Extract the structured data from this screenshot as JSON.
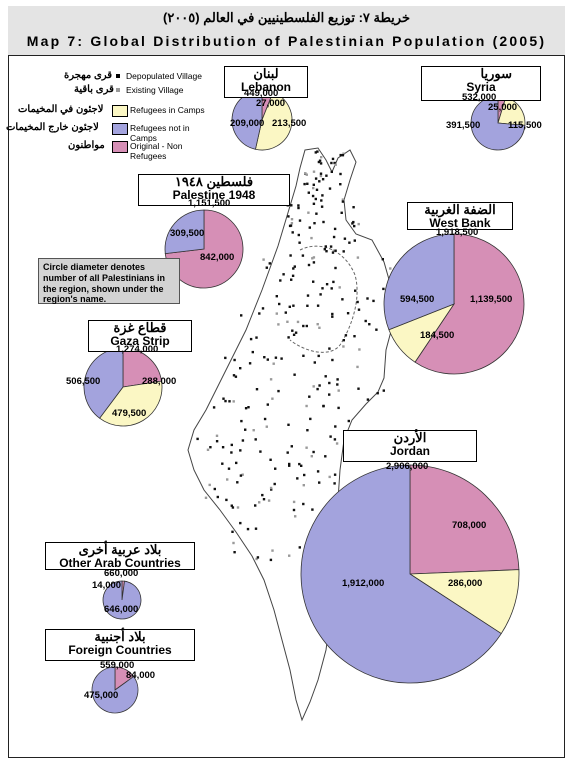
{
  "title": {
    "arabic": "خريطة ٧:   توزيع الفلسطينيين في العالم  (٢٠٠٥)",
    "english": "Map 7: Global Distribution of Palestinian Population (2005)"
  },
  "legend": {
    "items": [
      {
        "ar": "قرى مهجرة",
        "en": "Depopulated Village",
        "symbol": "black-dot-icon"
      },
      {
        "ar": "قرى باقية",
        "en": "Existing Village",
        "symbol": "grey-dot-icon"
      },
      {
        "ar": "لاجئون في المخيمات",
        "en": "Refugees in Camps",
        "color": "#fbf7c4"
      },
      {
        "ar": "لاجئون خارج المخيمات",
        "en": "Refugees not in Camps",
        "color": "#a3a3dd"
      },
      {
        "ar": "مواطنون",
        "en": "Original - Non Refugees",
        "color": "#d68fb6"
      }
    ]
  },
  "note": "Circle diameter denotes number of all Palestinians in the region, shown under the region's name.",
  "colors": {
    "camps": "#fbf7c4",
    "not_in_camps": "#a3a3dd",
    "non_refugees": "#d68fb6",
    "land": "#ffffff"
  },
  "regions": [
    {
      "id": "lebanon",
      "ar": "لبنان",
      "en": "Lebanon",
      "total": "449,000",
      "values": {
        "camps": 213500,
        "not_in_camps": 209000,
        "non_refugees": 27000
      },
      "labels": {
        "camps": "213,500",
        "not_in_camps": "209,000",
        "non_refugees": "27,000"
      }
    },
    {
      "id": "syria",
      "ar": "سوريا",
      "en": "Syria",
      "total": "532,000",
      "values": {
        "camps": 115500,
        "not_in_camps": 391500,
        "non_refugees": 25000
      },
      "labels": {
        "camps": "115,500",
        "not_in_camps": "391,500",
        "non_refugees": "25,000"
      }
    },
    {
      "id": "palestine1948",
      "ar": "فلسطين ١٩٤٨",
      "en": "Palestine 1948",
      "total": "1,151,500",
      "values": {
        "camps": 0,
        "not_in_camps": 309500,
        "non_refugees": 842000
      },
      "labels": {
        "not_in_camps": "309,500",
        "non_refugees": "842,000"
      }
    },
    {
      "id": "westbank",
      "ar": "الضفة الغربية",
      "en": "West Bank",
      "total": "1,918,500",
      "values": {
        "camps": 184500,
        "not_in_camps": 594500,
        "non_refugees": 1139500
      },
      "labels": {
        "camps": "184,500",
        "not_in_camps": "594,500",
        "non_refugees": "1,139,500"
      }
    },
    {
      "id": "gaza",
      "ar": "قطاع غزة",
      "en": "Gaza Strip",
      "total": "1,274,000",
      "values": {
        "camps": 479500,
        "not_in_camps": 506500,
        "non_refugees": 288000
      },
      "labels": {
        "camps": "479,500",
        "not_in_camps": "506,500",
        "non_refugees": "288,000"
      }
    },
    {
      "id": "jordan",
      "ar": "الأردن",
      "en": "Jordan",
      "total": "2,906,000",
      "values": {
        "camps": 286000,
        "not_in_camps": 1912000,
        "non_refugees": 708000
      },
      "labels": {
        "camps": "286,000",
        "not_in_camps": "1,912,000",
        "non_refugees": "708,000"
      }
    },
    {
      "id": "otherarab",
      "ar": "بلاد عربية أخرى",
      "en": "Other Arab Countries",
      "total": "660,000",
      "values": {
        "camps": 0,
        "not_in_camps": 646000,
        "non_refugees": 14000
      },
      "labels": {
        "not_in_camps": "646,000",
        "non_refugees": "14,000"
      }
    },
    {
      "id": "foreign",
      "ar": "بلاد أجنبية",
      "en": "Foreign Countries",
      "total": "559,000",
      "values": {
        "camps": 0,
        "not_in_camps": 475000,
        "non_refugees": 84000
      },
      "labels": {
        "not_in_camps": "475,000",
        "non_refugees": "84,000"
      }
    }
  ]
}
